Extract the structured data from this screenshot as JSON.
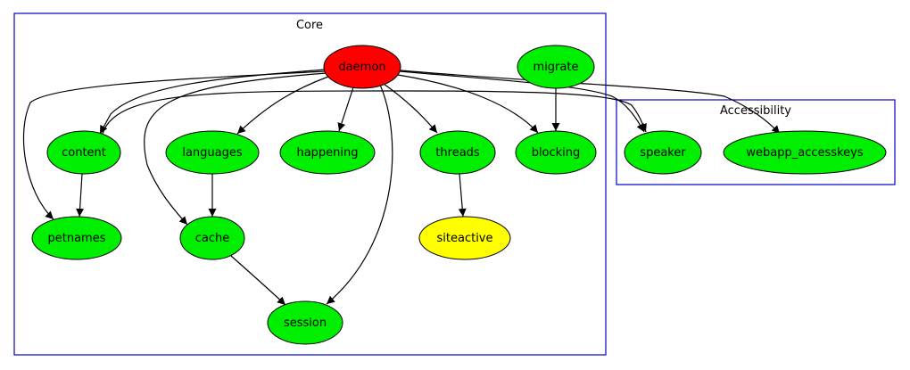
{
  "colors": {
    "default": "#00ee00",
    "root": "#ff0000",
    "highlight": "#ffff00",
    "cluster": "#0000cc"
  },
  "clusters": [
    {
      "id": "core",
      "label": "Core"
    },
    {
      "id": "accessibility",
      "label": "Accessibility"
    }
  ],
  "nodes": [
    {
      "id": "daemon",
      "label": "daemon",
      "color": "#ff0000"
    },
    {
      "id": "migrate",
      "label": "migrate",
      "color": "#00ee00"
    },
    {
      "id": "content",
      "label": "content",
      "color": "#00ee00"
    },
    {
      "id": "languages",
      "label": "languages",
      "color": "#00ee00"
    },
    {
      "id": "happening",
      "label": "happening",
      "color": "#00ee00"
    },
    {
      "id": "threads",
      "label": "threads",
      "color": "#00ee00"
    },
    {
      "id": "blocking",
      "label": "blocking",
      "color": "#00ee00"
    },
    {
      "id": "petnames",
      "label": "petnames",
      "color": "#00ee00"
    },
    {
      "id": "cache",
      "label": "cache",
      "color": "#00ee00"
    },
    {
      "id": "siteactive",
      "label": "siteactive",
      "color": "#ffff00"
    },
    {
      "id": "session",
      "label": "session",
      "color": "#00ee00"
    },
    {
      "id": "speaker",
      "label": "speaker",
      "color": "#00ee00"
    },
    {
      "id": "webapp_accesskeys",
      "label": "webapp_accesskeys",
      "color": "#00ee00"
    }
  ],
  "edges": [
    {
      "from": "daemon",
      "to": "content"
    },
    {
      "from": "daemon",
      "to": "petnames"
    },
    {
      "from": "daemon",
      "to": "cache"
    },
    {
      "from": "daemon",
      "to": "languages"
    },
    {
      "from": "daemon",
      "to": "happening"
    },
    {
      "from": "daemon",
      "to": "threads"
    },
    {
      "from": "daemon",
      "to": "blocking"
    },
    {
      "from": "daemon",
      "to": "session"
    },
    {
      "from": "daemon",
      "to": "speaker"
    },
    {
      "from": "daemon",
      "to": "webapp_accesskeys"
    },
    {
      "from": "migrate",
      "to": "blocking"
    },
    {
      "from": "content",
      "to": "petnames"
    },
    {
      "from": "content",
      "to": "speaker"
    },
    {
      "from": "languages",
      "to": "cache"
    },
    {
      "from": "threads",
      "to": "siteactive"
    },
    {
      "from": "cache",
      "to": "session"
    }
  ]
}
